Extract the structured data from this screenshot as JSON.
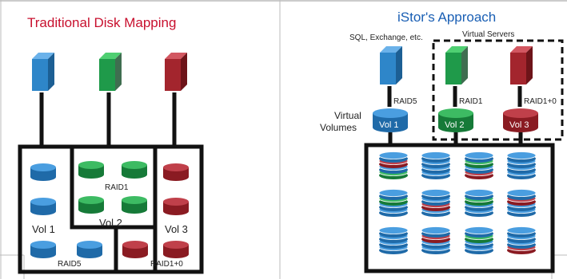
{
  "left": {
    "title": "Traditional Disk Mapping",
    "labels": {
      "raid1": "RAID1",
      "vol1": "Vol 1",
      "vol2": "Vol 2",
      "vol3": "Vol 3",
      "raid5": "RAID5",
      "raid10": "RAID1+0"
    }
  },
  "right": {
    "title": "iStor's Approach",
    "sql_label": "SQL, Exchange, etc.",
    "virtual_servers_label": "Virtual Servers",
    "virtual_volumes_label": [
      "Virtual",
      "Volumes"
    ],
    "raid_labels": [
      "RAID5",
      "RAID1",
      "RAID1+0"
    ],
    "vol_labels": [
      "Vol 1",
      "Vol 2",
      "Vol 3"
    ]
  },
  "colors": {
    "blue": "#2e86c9",
    "green": "#1f9a4a",
    "red": "#a3252d",
    "title_red": "#c8102e",
    "title_blue": "#1a5fb4"
  }
}
